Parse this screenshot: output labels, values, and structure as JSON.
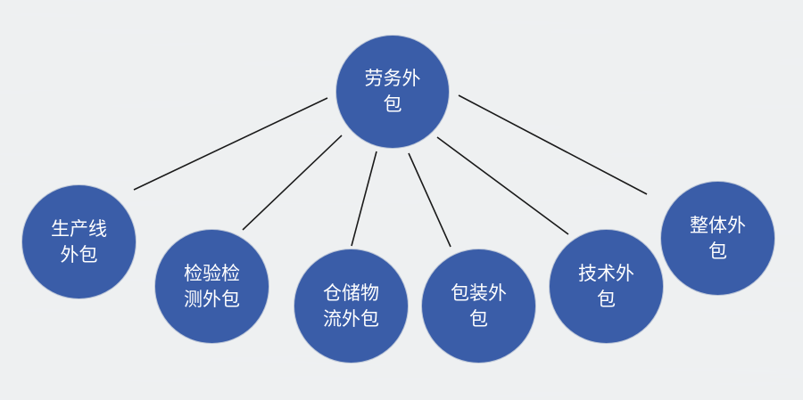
{
  "diagram": {
    "root": {
      "lines": [
        "劳务外",
        "包"
      ]
    },
    "children": [
      {
        "id": "production",
        "lines": [
          "生产线",
          "外包"
        ]
      },
      {
        "id": "inspection",
        "lines": [
          "检验检",
          "测外包"
        ]
      },
      {
        "id": "warehouse",
        "lines": [
          "仓储物",
          "流外包"
        ]
      },
      {
        "id": "packaging",
        "lines": [
          "包装外",
          "包"
        ]
      },
      {
        "id": "technical",
        "lines": [
          "技术外",
          "包"
        ]
      },
      {
        "id": "whole",
        "lines": [
          "整体外",
          "包"
        ]
      }
    ],
    "colors": {
      "node_fill": "#3a5da8",
      "node_text": "#ffffff",
      "connector": "#1a1a1a",
      "background": "#eef0f1"
    }
  }
}
